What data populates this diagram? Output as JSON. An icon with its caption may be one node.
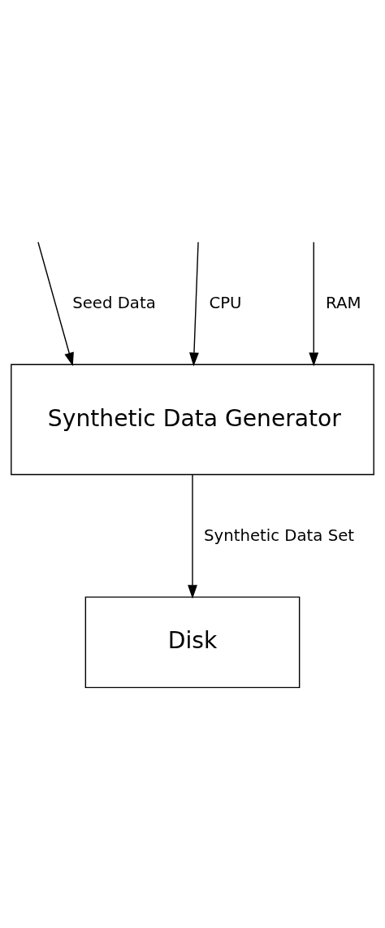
{
  "diagram": {
    "nodes": [
      {
        "text": [
          "Synthetic Data Generator"
        ]
      },
      {
        "text": [
          "Disk"
        ]
      }
    ],
    "edges": [
      {
        "from": null,
        "to": 0,
        "arrow": "to",
        "label": "Seed Data"
      },
      {
        "from": null,
        "to": 0,
        "arrow": "to",
        "label": "CPU"
      },
      {
        "from": null,
        "to": 0,
        "arrow": "to",
        "label": "RAM"
      },
      {
        "from": 0,
        "to": 1,
        "arrow": "to",
        "label": "Synthetic Data Set"
      }
    ]
  }
}
